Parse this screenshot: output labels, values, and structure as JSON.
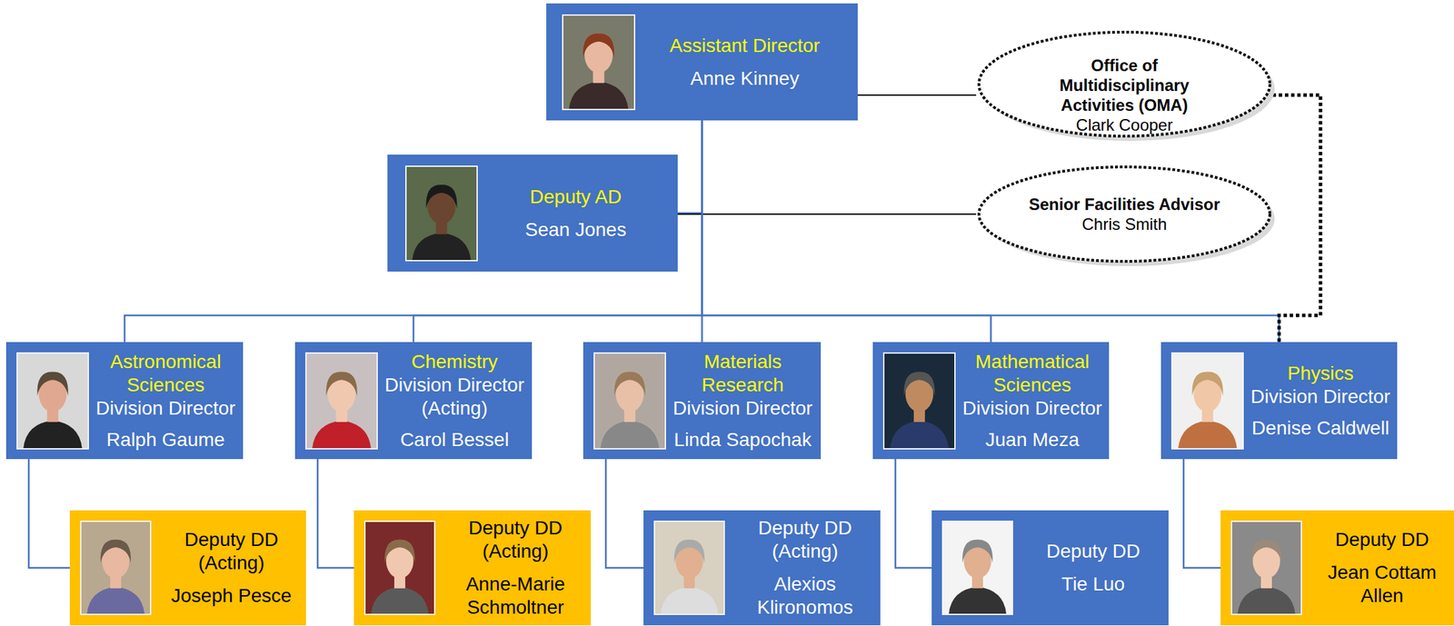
{
  "diagram": {
    "nodes": [
      {
        "text": [
          "Assistant Director",
          "Anne Kinney"
        ]
      },
      {
        "text": [
          "Office of Multidisciplinary Activities (OMA)",
          "Clark Cooper"
        ]
      },
      {
        "text": [
          "Deputy AD",
          "Sean Jones"
        ]
      },
      {
        "text": [
          "Senior Facilities Advisor",
          "Chris Smith"
        ]
      },
      {
        "text": [
          "Astronomical Sciences",
          "Division Director",
          "Ralph Gaume"
        ]
      },
      {
        "text": [
          "Chemistry",
          "Division Director (Acting)",
          "Carol Bessel"
        ]
      },
      {
        "text": [
          "Materials Research",
          "Division Director",
          "Linda Sapochak"
        ]
      },
      {
        "text": [
          "Mathematical Sciences",
          "Division Director",
          "Juan Meza"
        ]
      },
      {
        "text": [
          "Physics",
          "Division Director",
          "Denise Caldwell"
        ]
      },
      {
        "text": [
          "Deputy DD (Acting)",
          "Joseph Pesce"
        ]
      },
      {
        "text": [
          "Deputy DD (Acting)",
          "Anne-Marie Schmoltner"
        ]
      },
      {
        "text": [
          "Deputy DD (Acting)",
          "Alexios Klironomos"
        ]
      },
      {
        "text": [
          "Deputy DD",
          "Tie Luo"
        ]
      },
      {
        "text": [
          "Deputy DD",
          "Jean Cottam Allen"
        ]
      }
    ],
    "edges": [
      {
        "from": 0,
        "to": 1,
        "arrow": "none"
      },
      {
        "from": 0,
        "to": 2,
        "arrow": "none"
      },
      {
        "from": 2,
        "to": 3,
        "arrow": "none"
      },
      {
        "from": 0,
        "to": 4,
        "arrow": "none"
      },
      {
        "from": 0,
        "to": 5,
        "arrow": "none"
      },
      {
        "from": 0,
        "to": 6,
        "arrow": "none"
      },
      {
        "from": 0,
        "to": 7,
        "arrow": "none"
      },
      {
        "from": 0,
        "to": 8,
        "arrow": "none"
      },
      {
        "from": 1,
        "to": 8,
        "arrow": "none"
      },
      {
        "from": 4,
        "to": 9,
        "arrow": "none"
      },
      {
        "from": 5,
        "to": 10,
        "arrow": "none"
      },
      {
        "from": 6,
        "to": 11,
        "arrow": "none"
      },
      {
        "from": 7,
        "to": 12,
        "arrow": "none"
      },
      {
        "from": 8,
        "to": 13,
        "arrow": "none"
      }
    ]
  }
}
